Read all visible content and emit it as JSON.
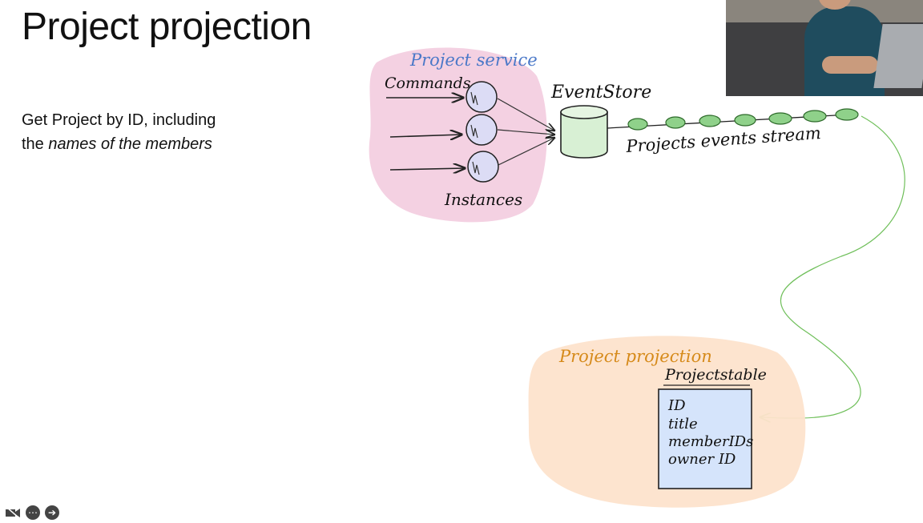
{
  "slide": {
    "title": "Project projection",
    "bullet_text_1": "Get Project by ID, including the ",
    "bullet_text_em": "names of the members",
    "bullet_text_2": ""
  },
  "diagram": {
    "service_label": "Project service",
    "commands_label": "Commands",
    "instances_label": "Instances",
    "event_store_label": "EventStore",
    "stream_label": "Projects events stream",
    "projection_label": "Project projection",
    "table_title": "Projectstable",
    "table_fields": [
      "ID",
      "title",
      "memberIDs",
      "owner ID"
    ]
  },
  "colors": {
    "service_bg": "#f3cfe0",
    "projection_bg": "#fde3cc",
    "service_label": "#4a78c8",
    "projection_label": "#d68a1a",
    "event_green": "#8fd18a",
    "store_fill": "#d8f0d4",
    "instance_fill": "#dcdcf5",
    "table_fill": "#d5e4fb"
  },
  "toolbar": {
    "icons": [
      "camera-off-icon",
      "more-icon",
      "next-icon"
    ]
  }
}
